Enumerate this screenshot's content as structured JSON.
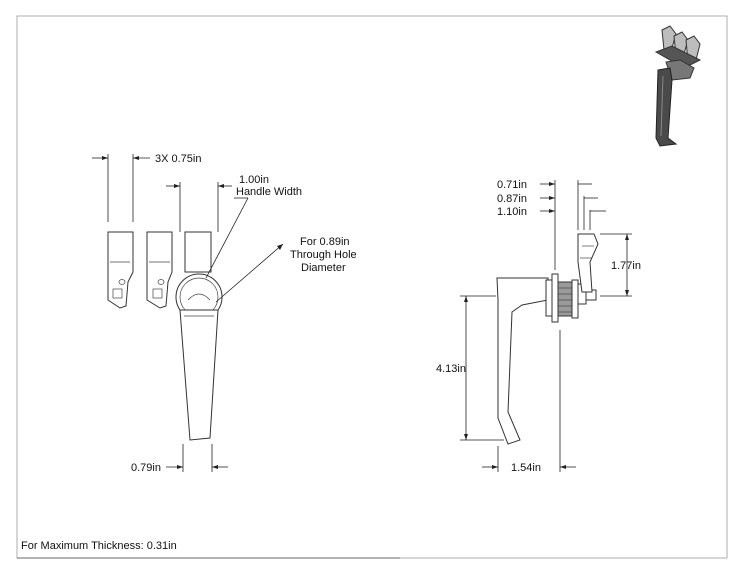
{
  "drawing": {
    "cam_dim": "3X 0.75in",
    "handle_width_value": "1.00in",
    "handle_width_label": "Handle Width",
    "hole_line1": "For 0.89in",
    "hole_line2": "Through Hole",
    "hole_line3": "Diameter",
    "base_width": "0.79in",
    "side_dim_1": "0.71in",
    "side_dim_2": "0.87in",
    "side_dim_3": "1.10in",
    "cam_height": "1.77in",
    "handle_length": "4.13in",
    "handle_depth": "1.54in",
    "max_thickness": "For Maximum Thickness: 0.31in"
  }
}
